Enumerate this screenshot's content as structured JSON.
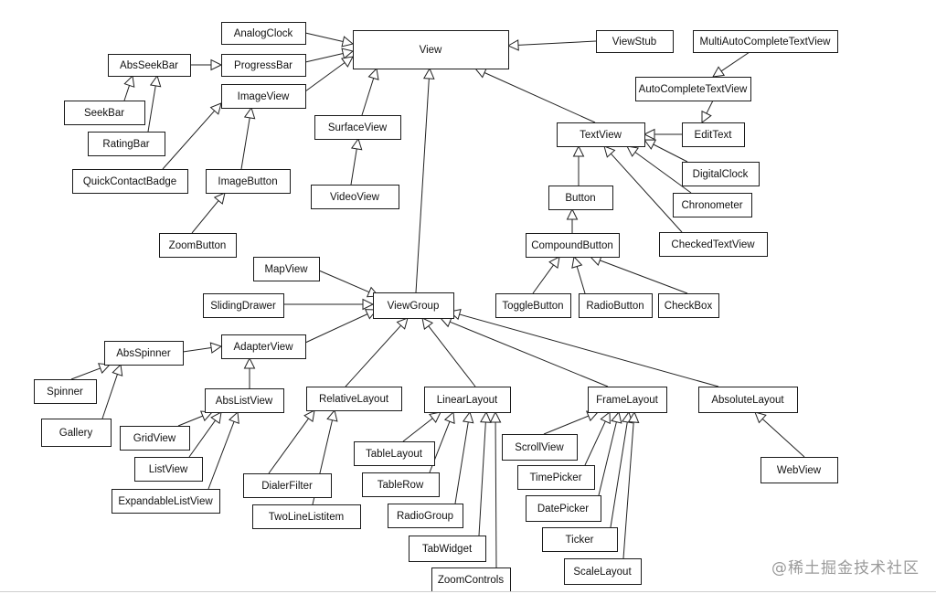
{
  "diagram": {
    "nodes": [
      {
        "id": "View",
        "label": "View"
      },
      {
        "id": "AnalogClock",
        "label": "AnalogClock"
      },
      {
        "id": "ProgressBar",
        "label": "ProgressBar"
      },
      {
        "id": "AbsSeekBar",
        "label": "AbsSeekBar"
      },
      {
        "id": "SeekBar",
        "label": "SeekBar"
      },
      {
        "id": "RatingBar",
        "label": "RatingBar"
      },
      {
        "id": "ImageView",
        "label": "ImageView"
      },
      {
        "id": "QuickContactBadge",
        "label": "QuickContactBadge"
      },
      {
        "id": "ImageButton",
        "label": "ImageButton"
      },
      {
        "id": "ZoomButton",
        "label": "ZoomButton"
      },
      {
        "id": "SurfaceView",
        "label": "SurfaceView"
      },
      {
        "id": "VideoView",
        "label": "VideoView"
      },
      {
        "id": "ViewStub",
        "label": "ViewStub"
      },
      {
        "id": "MultiAutoCompleteTextView",
        "label": "MultiAutoCompleteTextView"
      },
      {
        "id": "AutoCompleteTextView",
        "label": "AutoCompleteTextView"
      },
      {
        "id": "EditText",
        "label": "EditText"
      },
      {
        "id": "TextView",
        "label": "TextView"
      },
      {
        "id": "DigitalClock",
        "label": "DigitalClock"
      },
      {
        "id": "Chronometer",
        "label": "Chronometer"
      },
      {
        "id": "CheckedTextView",
        "label": "CheckedTextView"
      },
      {
        "id": "Button",
        "label": "Button"
      },
      {
        "id": "CompoundButton",
        "label": "CompoundButton"
      },
      {
        "id": "ToggleButton",
        "label": "ToggleButton"
      },
      {
        "id": "RadioButton",
        "label": "RadioButton"
      },
      {
        "id": "CheckBox",
        "label": "CheckBox"
      },
      {
        "id": "MapView",
        "label": "MapView"
      },
      {
        "id": "SlidingDrawer",
        "label": "SlidingDrawer"
      },
      {
        "id": "ViewGroup",
        "label": "ViewGroup"
      },
      {
        "id": "AdapterView",
        "label": "AdapterView"
      },
      {
        "id": "AbsSpinner",
        "label": "AbsSpinner"
      },
      {
        "id": "Spinner",
        "label": "Spinner"
      },
      {
        "id": "Gallery",
        "label": "Gallery"
      },
      {
        "id": "AbsListView",
        "label": "AbsListView"
      },
      {
        "id": "GridView",
        "label": "GridView"
      },
      {
        "id": "ListView",
        "label": "ListView"
      },
      {
        "id": "ExpandableListView",
        "label": "ExpandableListView"
      },
      {
        "id": "RelativeLayout",
        "label": "RelativeLayout"
      },
      {
        "id": "DialerFilter",
        "label": "DialerFilter"
      },
      {
        "id": "TwoLineListItem",
        "label": "TwoLineListitem"
      },
      {
        "id": "LinearLayout",
        "label": "LinearLayout"
      },
      {
        "id": "TableLayout",
        "label": "TableLayout"
      },
      {
        "id": "TableRow",
        "label": "TableRow"
      },
      {
        "id": "RadioGroup",
        "label": "RadioGroup"
      },
      {
        "id": "TabWidget",
        "label": "TabWidget"
      },
      {
        "id": "ZoomControls",
        "label": "ZoomControls"
      },
      {
        "id": "FrameLayout",
        "label": "FrameLayout"
      },
      {
        "id": "ScrollView",
        "label": "ScrollView"
      },
      {
        "id": "TimePicker",
        "label": "TimePicker"
      },
      {
        "id": "DatePicker",
        "label": "DatePicker"
      },
      {
        "id": "Ticker",
        "label": "Ticker"
      },
      {
        "id": "ScaleLayout",
        "label": "ScaleLayout"
      },
      {
        "id": "AbsoluteLayout",
        "label": "AbsoluteLayout"
      },
      {
        "id": "WebView",
        "label": "WebView"
      }
    ],
    "edges": [
      {
        "from": "AnalogClock",
        "to": "View"
      },
      {
        "from": "ProgressBar",
        "to": "View"
      },
      {
        "from": "ImageView",
        "to": "View"
      },
      {
        "from": "SurfaceView",
        "to": "View"
      },
      {
        "from": "ViewStub",
        "to": "View"
      },
      {
        "from": "TextView",
        "to": "View"
      },
      {
        "from": "ViewGroup",
        "to": "View"
      },
      {
        "from": "AbsSeekBar",
        "to": "ProgressBar"
      },
      {
        "from": "SeekBar",
        "to": "AbsSeekBar"
      },
      {
        "from": "RatingBar",
        "to": "AbsSeekBar"
      },
      {
        "from": "QuickContactBadge",
        "to": "ImageView"
      },
      {
        "from": "ImageButton",
        "to": "ImageView"
      },
      {
        "from": "ZoomButton",
        "to": "ImageButton"
      },
      {
        "from": "VideoView",
        "to": "SurfaceView"
      },
      {
        "from": "MultiAutoCompleteTextView",
        "to": "AutoCompleteTextView"
      },
      {
        "from": "AutoCompleteTextView",
        "to": "EditText"
      },
      {
        "from": "EditText",
        "to": "TextView"
      },
      {
        "from": "DigitalClock",
        "to": "TextView"
      },
      {
        "from": "Chronometer",
        "to": "TextView"
      },
      {
        "from": "CheckedTextView",
        "to": "TextView"
      },
      {
        "from": "Button",
        "to": "TextView"
      },
      {
        "from": "CompoundButton",
        "to": "Button"
      },
      {
        "from": "ToggleButton",
        "to": "CompoundButton"
      },
      {
        "from": "RadioButton",
        "to": "CompoundButton"
      },
      {
        "from": "CheckBox",
        "to": "CompoundButton"
      },
      {
        "from": "MapView",
        "to": "ViewGroup"
      },
      {
        "from": "SlidingDrawer",
        "to": "ViewGroup"
      },
      {
        "from": "AdapterView",
        "to": "ViewGroup"
      },
      {
        "from": "RelativeLayout",
        "to": "ViewGroup"
      },
      {
        "from": "LinearLayout",
        "to": "ViewGroup"
      },
      {
        "from": "FrameLayout",
        "to": "ViewGroup"
      },
      {
        "from": "AbsoluteLayout",
        "to": "ViewGroup"
      },
      {
        "from": "AbsSpinner",
        "to": "AdapterView"
      },
      {
        "from": "Spinner",
        "to": "AbsSpinner"
      },
      {
        "from": "Gallery",
        "to": "AbsSpinner"
      },
      {
        "from": "AbsListView",
        "to": "AdapterView"
      },
      {
        "from": "GridView",
        "to": "AbsListView"
      },
      {
        "from": "ListView",
        "to": "AbsListView"
      },
      {
        "from": "ExpandableListView",
        "to": "AbsListView"
      },
      {
        "from": "DialerFilter",
        "to": "RelativeLayout"
      },
      {
        "from": "TwoLineListItem",
        "to": "RelativeLayout"
      },
      {
        "from": "TableLayout",
        "to": "LinearLayout"
      },
      {
        "from": "TableRow",
        "to": "LinearLayout"
      },
      {
        "from": "RadioGroup",
        "to": "LinearLayout"
      },
      {
        "from": "TabWidget",
        "to": "LinearLayout"
      },
      {
        "from": "ZoomControls",
        "to": "LinearLayout"
      },
      {
        "from": "ScrollView",
        "to": "FrameLayout"
      },
      {
        "from": "TimePicker",
        "to": "FrameLayout"
      },
      {
        "from": "DatePicker",
        "to": "FrameLayout"
      },
      {
        "from": "Ticker",
        "to": "FrameLayout"
      },
      {
        "from": "ScaleLayout",
        "to": "FrameLayout"
      },
      {
        "from": "WebView",
        "to": "AbsoluteLayout"
      }
    ]
  },
  "watermark": "@稀土掘金技术社区"
}
